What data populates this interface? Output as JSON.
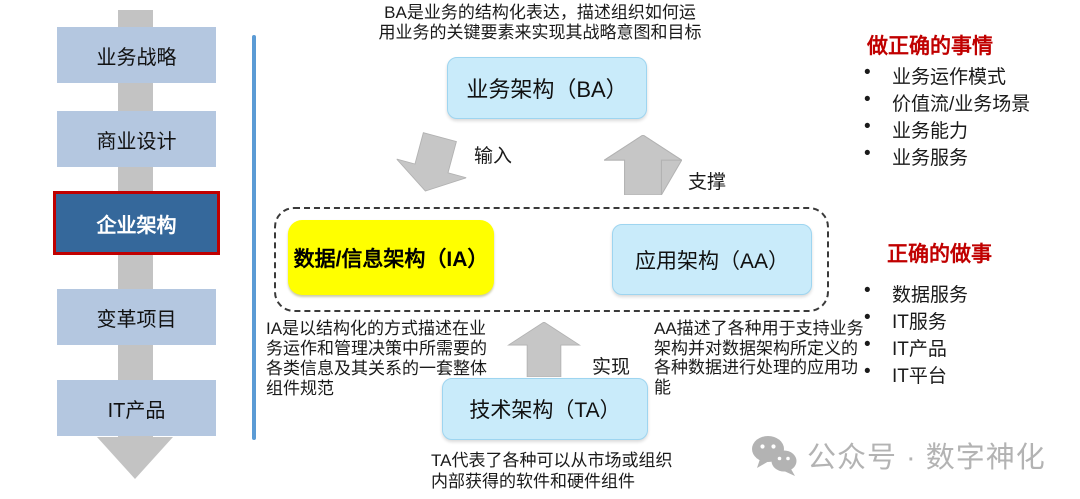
{
  "sidebar": {
    "items": [
      {
        "label": "业务战略",
        "highlighted": false
      },
      {
        "label": "商业设计",
        "highlighted": false
      },
      {
        "label": "企业架构",
        "highlighted": true
      },
      {
        "label": "变革项目",
        "highlighted": false
      },
      {
        "label": "IT产品",
        "highlighted": false
      }
    ]
  },
  "diagram": {
    "ba_note_line1": "BA是业务的结构化表达，描述组织如何运",
    "ba_note_line2": "用业务的关键要素来实现其战略意图和目标",
    "ba_box_label": "业务架构（BA）",
    "input_arrow_label": "输入",
    "support_arrow_label": "支撑",
    "ia_box_label": "数据/信息架构（IA）",
    "aa_box_label": "应用架构（AA）",
    "ia_note": "IA是以结构化的方式描述在业务运作和管理决策中所需要的各类信息及其关系的一套整体组件规范",
    "aa_note": "AA描述了各种用于支持业务架构并对数据架构所定义的各种数据进行处理的应用功能",
    "realize_arrow_label": "实现",
    "ta_box_label": "技术架构（TA）",
    "ta_note_line1": "TA代表了各种可以从市场或组织",
    "ta_note_line2": "内部获得的软件和硬件组件"
  },
  "right_panel": {
    "sections": [
      {
        "title": "做正确的事情",
        "items": [
          "业务运作模式",
          "价值流/业务场景",
          "业务能力",
          "业务服务"
        ]
      },
      {
        "title": "正确的做事",
        "items": [
          "数据服务",
          "IT服务",
          "IT产品",
          "IT平台"
        ]
      }
    ]
  },
  "watermark": {
    "icon": "wechat-icon",
    "text": "公众号 · 数字神化"
  },
  "colors": {
    "accent_red": "#C00000",
    "sidebar_box": "#B4C7E0",
    "sidebar_active": "#35689B",
    "center_box_blue": "#C9EBFA",
    "highlight_yellow": "#FFFF00",
    "arrow_gray": "#C3C3C3",
    "divider_blue": "#5B9BD5",
    "watermark_gray": "#B3B3B3"
  }
}
